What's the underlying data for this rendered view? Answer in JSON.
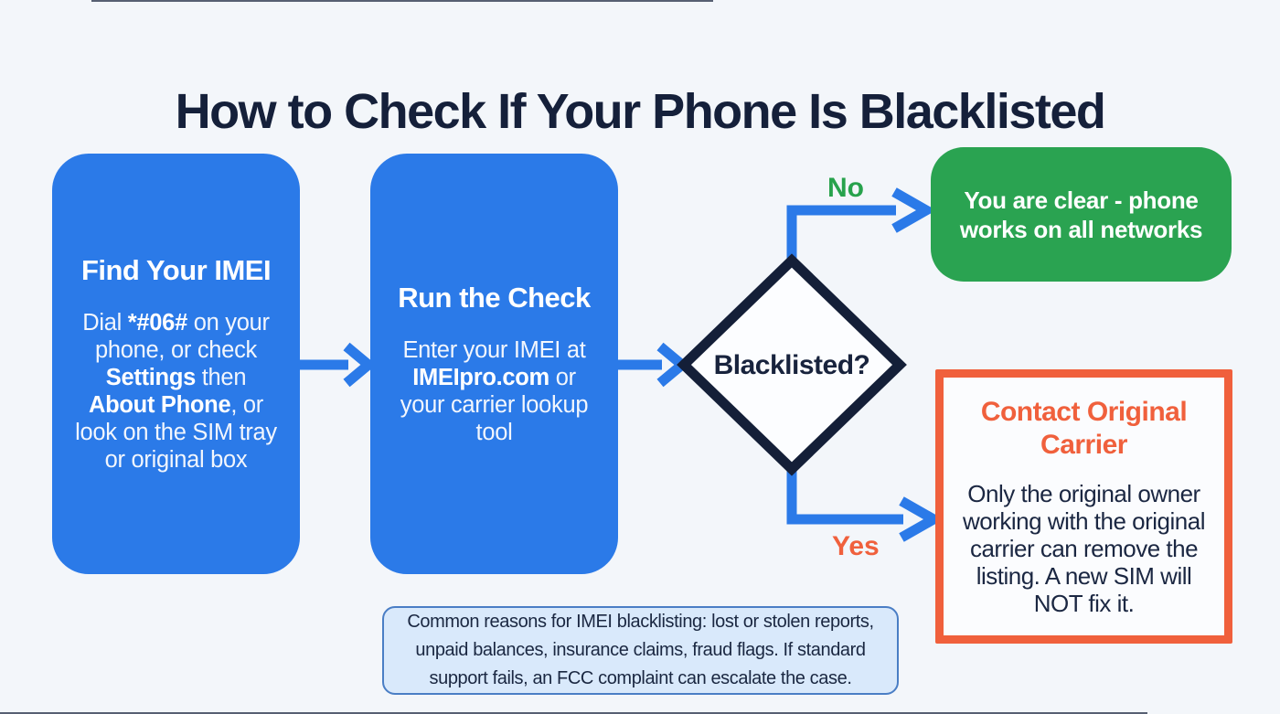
{
  "title": "How to Check If Your Phone Is Blacklisted",
  "colors": {
    "background": "#f3f6fa",
    "step_box_blue": "#2b7ae8",
    "arrow_blue": "#2b7ae8",
    "title_navy": "#15203a",
    "diamond_border_navy": "#141f38",
    "success_green": "#2aa351",
    "no_label_green": "#27a24c",
    "warning_orange": "#f0603c",
    "note_background": "#d9e9fb",
    "note_border": "#4a7ec5",
    "body_text_navy": "#1b2742",
    "white": "#ffffff"
  },
  "flow": {
    "step1": {
      "heading": "Find Your IMEI",
      "body": [
        {
          "t": "Dial "
        },
        {
          "t": "*#06#",
          "b": true
        },
        {
          "t": " on your",
          "br": true
        },
        {
          "t": "phone, or check",
          "br": true
        },
        {
          "t": "Settings",
          "b": true
        },
        {
          "t": " then",
          "br": true
        },
        {
          "t": "About Phone",
          "b": true
        },
        {
          "t": ", or",
          "br": true
        },
        {
          "t": "look on the SIM tray",
          "br": true
        },
        {
          "t": "or original box"
        }
      ]
    },
    "step2": {
      "heading": "Run the Check",
      "body": [
        {
          "t": "Enter your IMEI at",
          "br": true
        },
        {
          "t": "IMEIpro.com",
          "b": true
        },
        {
          "t": " or",
          "br": true
        },
        {
          "t": "your carrier lookup",
          "br": true
        },
        {
          "t": "tool"
        }
      ]
    },
    "decision": {
      "label": "Blacklisted?"
    },
    "no_branch": {
      "label": "No",
      "result": [
        {
          "t": "You are clear - phone",
          "br": true
        },
        {
          "t": "works on all networks"
        }
      ]
    },
    "yes_branch": {
      "label": "Yes",
      "heading": [
        {
          "t": "Contact Original",
          "br": true
        },
        {
          "t": "Carrier"
        }
      ],
      "body": [
        {
          "t": "Only the original owner",
          "br": true
        },
        {
          "t": "working with the original",
          "br": true
        },
        {
          "t": "carrier can remove the",
          "br": true
        },
        {
          "t": "listing. A new SIM will",
          "br": true
        },
        {
          "t": "NOT fix it."
        }
      ]
    }
  },
  "note": {
    "text": [
      {
        "t": "Common reasons for IMEI blacklisting: lost or stolen reports,",
        "br": true
      },
      {
        "t": "unpaid balances, insurance claims, fraud flags. If standard",
        "br": true
      },
      {
        "t": "support fails, an FCC complaint can escalate the case."
      }
    ]
  }
}
